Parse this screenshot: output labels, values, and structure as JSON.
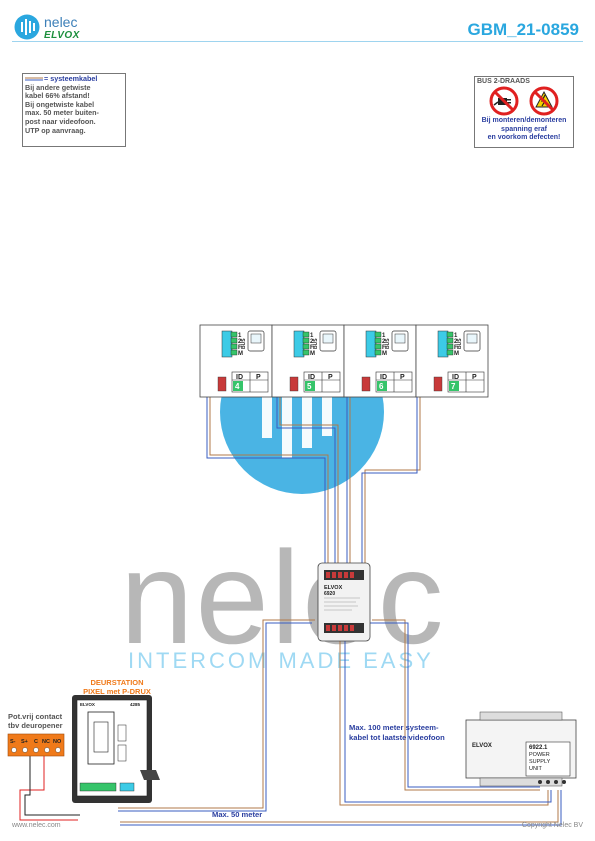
{
  "header": {
    "brand_name": "nelec",
    "brand_sub": "ELVOX",
    "doc_id": "GBM_21-0859"
  },
  "notes": {
    "cable_legend": "= systeemkabel",
    "lines": [
      "Bij andere getwiste",
      "kabel 66% afstand!",
      "Bij ongetwiste kabel",
      "max. 50 meter buiten-",
      "post naar videofoon.",
      "UTP op aanvraag."
    ]
  },
  "warning": {
    "title": "BUS 2-DRAADS",
    "lines": [
      "Bij monteren/demonteren",
      "spanning eraf",
      "en voorkom defecten!"
    ]
  },
  "monitors": [
    {
      "id": "4",
      "terminals": [
        "1",
        "2",
        "F",
        "M"
      ],
      "bus_label": "BUS",
      "id_label": "ID",
      "p_label": "P"
    },
    {
      "id": "5",
      "terminals": [
        "1",
        "2",
        "F",
        "M"
      ],
      "bus_label": "BUS",
      "id_label": "ID",
      "p_label": "P"
    },
    {
      "id": "6",
      "terminals": [
        "1",
        "2",
        "F",
        "M"
      ],
      "bus_label": "BUS",
      "id_label": "ID",
      "p_label": "P"
    },
    {
      "id": "7",
      "terminals": [
        "1",
        "2",
        "F",
        "M"
      ],
      "bus_label": "BUS",
      "id_label": "ID",
      "p_label": "P"
    }
  ],
  "distributor": {
    "brand": "ELVOX",
    "model": "6920"
  },
  "door_station": {
    "title_lines": [
      "DEURSTATION",
      "PIXEL met P-DRUX"
    ],
    "brand": "ELVOX",
    "model": "4285"
  },
  "contact": {
    "label_lines": [
      "Pot.vrij contact",
      "tbv deuropener"
    ],
    "terminals": [
      "S-",
      "S+",
      "C",
      "NC",
      "NO"
    ]
  },
  "psu": {
    "brand": "ELVOX",
    "lines": [
      "6922.1",
      "POWER",
      "SUPPLY",
      "UNIT"
    ]
  },
  "annotations": {
    "max100": [
      "Max. 100 meter systeem-",
      "kabel tot laatste videofoon"
    ],
    "max50": "Max. 50 meter"
  },
  "watermark": {
    "word": "nelec",
    "tagline": "INTERCOM MADE EASY"
  },
  "footer": {
    "left": "www.nelec.com",
    "right": "Copyright Nelec BV"
  },
  "colors": {
    "accent": "#2aa7df",
    "navy": "#2b3fa0",
    "orange": "#f07a1a",
    "cable_brown": "#b07a4a",
    "cable_blue": "#3a5cc0",
    "terminal_green": "#36c46a",
    "terminal_cyan": "#3ccbe6"
  }
}
